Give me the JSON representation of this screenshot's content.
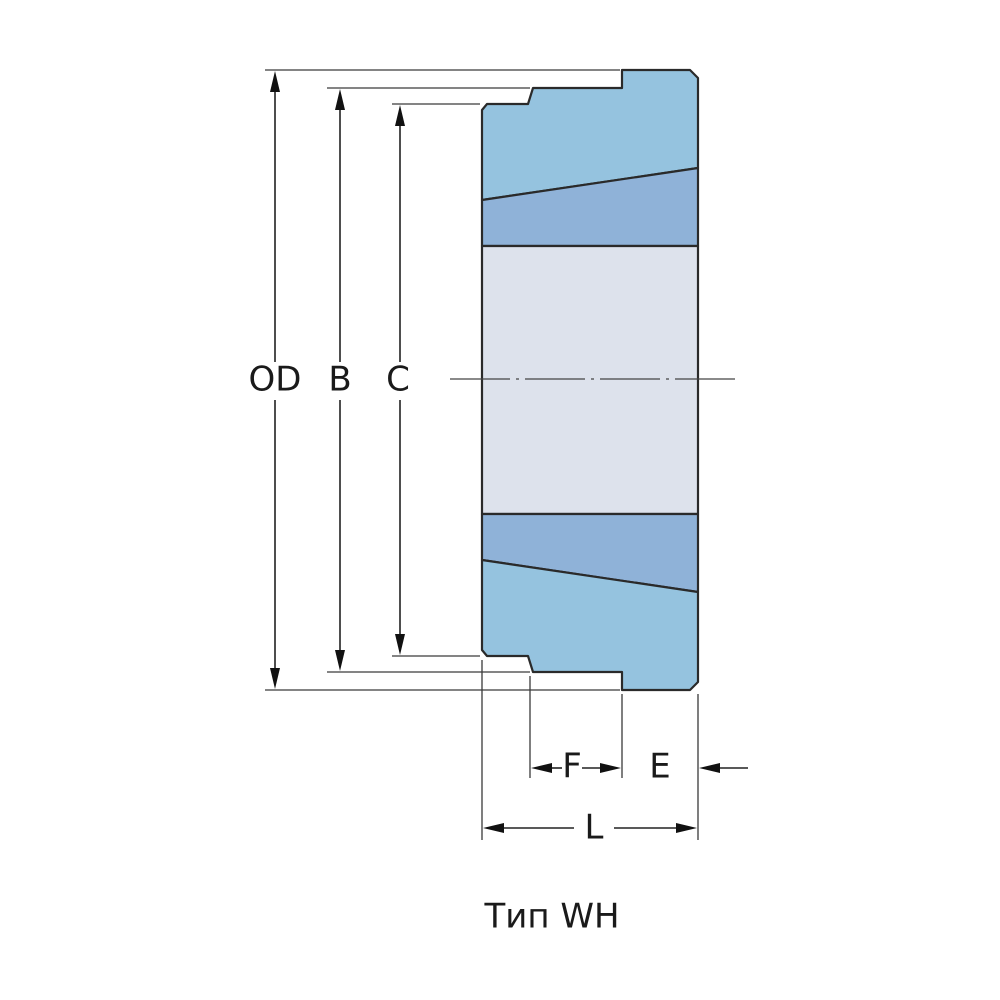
{
  "labels": {
    "od": "OD",
    "b": "B",
    "c": "C",
    "f": "F",
    "e": "E",
    "l": "L"
  },
  "caption": "Тип WH",
  "colors": {
    "body_light": "#95c3df",
    "taper_band": "#8fb2d8",
    "bore": "#dde2ec",
    "outline": "#2a2a2a"
  }
}
